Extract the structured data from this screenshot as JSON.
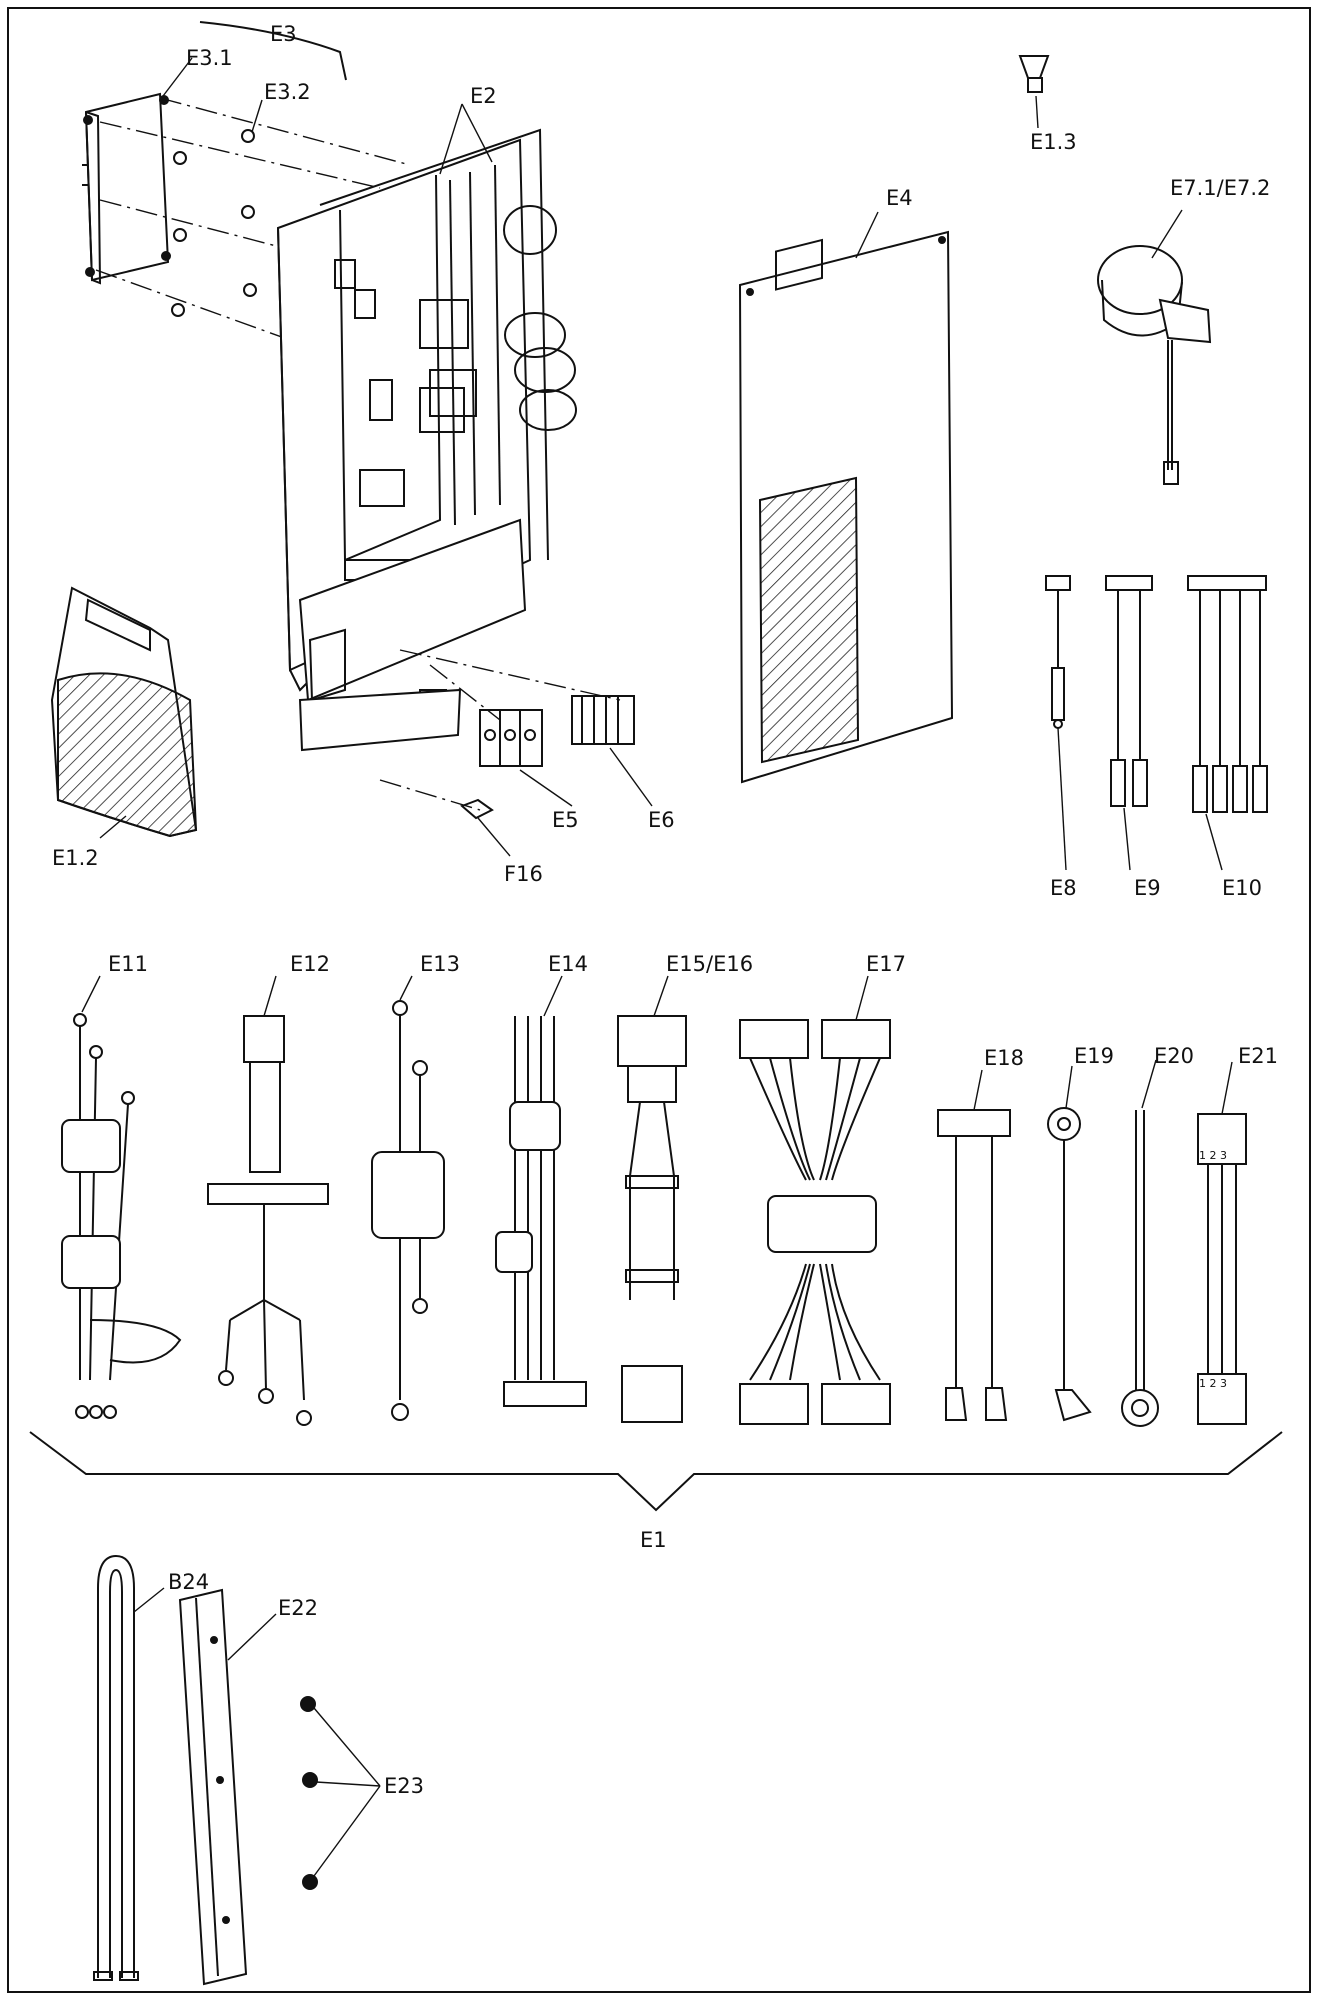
{
  "diagram": {
    "labels": {
      "E3": "E3",
      "E3_1": "E3.1",
      "E3_2": "E3.2",
      "E2": "E2",
      "E1_3": "E1.3",
      "E7": "E7.1/E7.2",
      "E4": "E4",
      "E1_2": "E1.2",
      "E5": "E5",
      "E6": "E6",
      "F16": "F16",
      "E8": "E8",
      "E9": "E9",
      "E10": "E10",
      "E11": "E11",
      "E12": "E12",
      "E13": "E13",
      "E14": "E14",
      "E15": "E15/E16",
      "E17": "E17",
      "E18": "E18",
      "E19": "E19",
      "E20": "E20",
      "E21": "E21",
      "E1": "E1",
      "B24": "B24",
      "E22": "E22",
      "E23": "E23"
    },
    "connector_marks": {
      "e21_top": "1 2 3",
      "e21_bottom": "1 2 3"
    }
  }
}
